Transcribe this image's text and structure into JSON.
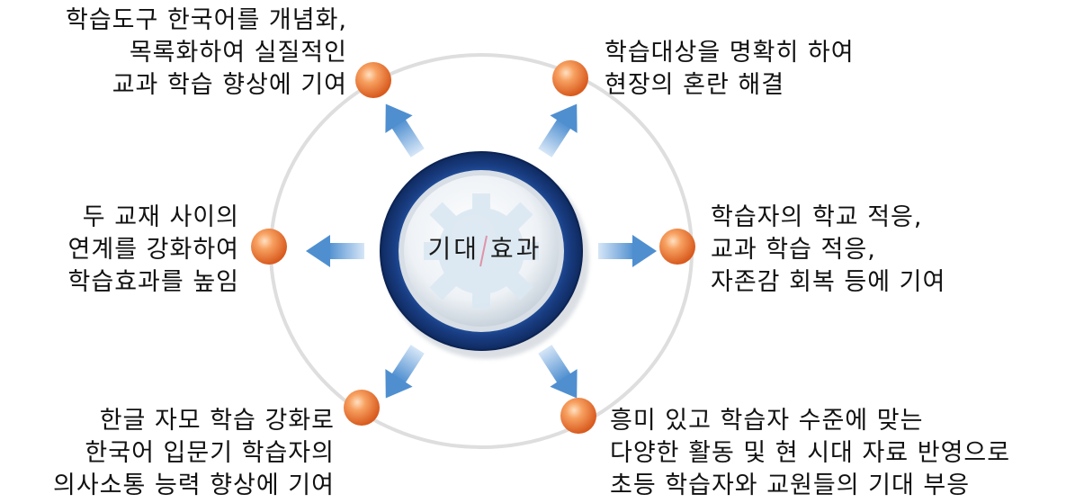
{
  "center": {
    "title": "기대 효과"
  },
  "effects": [
    {
      "lines": [
        "학습도구 한국어를 개념화,",
        "목록화하여 실질적인",
        "교과 학습 향상에 기여"
      ]
    },
    {
      "lines": [
        "학습대상을 명확히 하여",
        "현장의 혼란 해결"
      ]
    },
    {
      "lines": [
        "두 교재 사이의",
        "연계를 강화하여",
        "학습효과를 높임"
      ]
    },
    {
      "lines": [
        "학습자의 학교 적응,",
        "교과 학습 적응,",
        "자존감 회복 등에 기여"
      ]
    },
    {
      "lines": [
        "한글 자모 학습 강화로",
        "한국어 입문기 학습자의",
        "의사소통 능력 향상에 기여"
      ]
    },
    {
      "lines": [
        "흥미 있고 학습자 수준에 맞는",
        "다양한 활동 및 현 시대 자료 반영으로",
        "초등 학습자와 교원들의 기대 부응"
      ]
    }
  ],
  "colors": {
    "ring": "#dcdcdc",
    "arrow": "#5b9bd5",
    "node": "#ef7a33",
    "center_ring": "#1f4fa0",
    "center_face": "#eef3f7"
  }
}
